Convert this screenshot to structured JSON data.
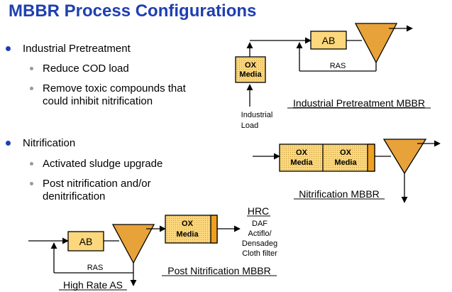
{
  "title": "MBBR Process Configurations",
  "bullets": [
    {
      "label": "Industrial Pretreatment",
      "subs": [
        {
          "lines": [
            "Reduce COD load"
          ]
        },
        {
          "lines": [
            "Remove toxic compounds that",
            "could inhibit nitrification"
          ]
        }
      ]
    },
    {
      "label": "Nitrification",
      "subs": [
        {
          "lines": [
            "Activated sludge upgrade"
          ]
        },
        {
          "lines": [
            "Post nitrification and/or",
            "denitrification"
          ]
        }
      ]
    }
  ],
  "diagram": {
    "colors": {
      "box_fill": "#fcd77c",
      "box_stroke": "#000000",
      "clarifier_fill": "#e8a23a",
      "stripe": "#f0a020"
    },
    "labels": {
      "ab": "AB",
      "ox_line1": "OX",
      "ox_line2": "Media",
      "ras": "RAS"
    },
    "industrial": {
      "caption": "Industrial Pretreatment MBBR",
      "load_line1": "Industrial",
      "load_line2": "Load"
    },
    "nitrification": {
      "caption": "Nitrification MBBR"
    },
    "post": {
      "caption": "Post Nitrification MBBR",
      "hrc_title": "HRC",
      "hrc_items": [
        "DAF",
        "Actiflo/",
        "Densadeg",
        "Cloth filter"
      ]
    },
    "highrate": {
      "caption": "High Rate AS"
    }
  }
}
